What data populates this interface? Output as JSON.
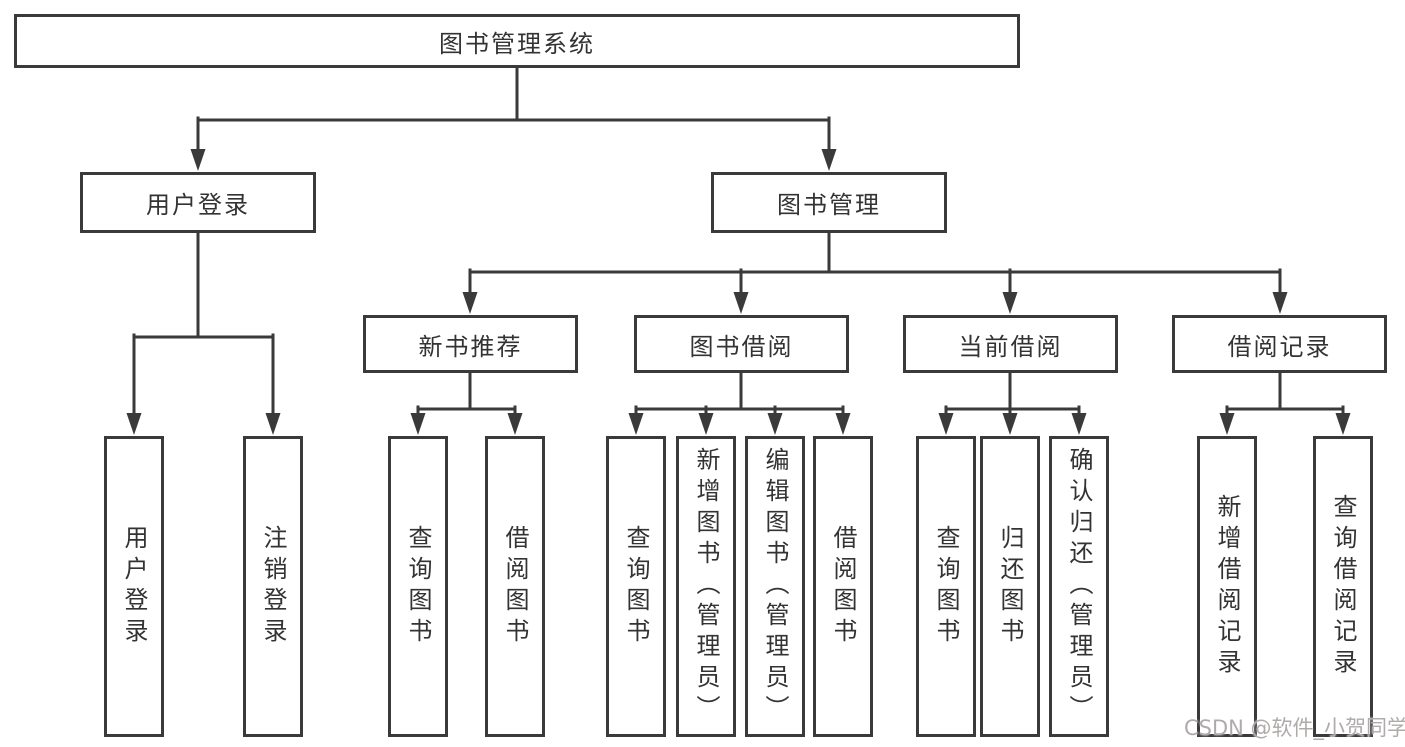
{
  "title": "图书管理系统",
  "level2": [
    {
      "label": "用户登录"
    },
    {
      "label": "图书管理"
    }
  ],
  "level3": [
    {
      "label": "新书推荐",
      "parent": "图书管理"
    },
    {
      "label": "图书借阅",
      "parent": "图书管理"
    },
    {
      "label": "当前借阅",
      "parent": "图书管理"
    },
    {
      "label": "借阅记录",
      "parent": "图书管理"
    }
  ],
  "leaves": [
    {
      "label": "用户登录",
      "parent": "用户登录"
    },
    {
      "label": "注销登录",
      "parent": "用户登录"
    },
    {
      "label": "查询图书",
      "parent": "新书推荐"
    },
    {
      "label": "借阅图书",
      "parent": "新书推荐"
    },
    {
      "label": "查询图书",
      "parent": "图书借阅"
    },
    {
      "label": "新增图书（管理员）",
      "parent": "图书借阅"
    },
    {
      "label": "编辑图书（管理员）",
      "parent": "图书借阅"
    },
    {
      "label": "借阅图书",
      "parent": "图书借阅"
    },
    {
      "label": "查询图书",
      "parent": "当前借阅"
    },
    {
      "label": "归还图书",
      "parent": "当前借阅"
    },
    {
      "label": "确认归还（管理员）",
      "parent": "当前借阅"
    },
    {
      "label": "新增借阅记录",
      "parent": "借阅记录"
    },
    {
      "label": "查询借阅记录",
      "parent": "借阅记录"
    }
  ],
  "watermark": "CSDN @软件_小贺同学",
  "colors": {
    "line": "#3a3a3a",
    "text": "#333333",
    "watermark": "#b0abab",
    "background": "#ffffff"
  }
}
